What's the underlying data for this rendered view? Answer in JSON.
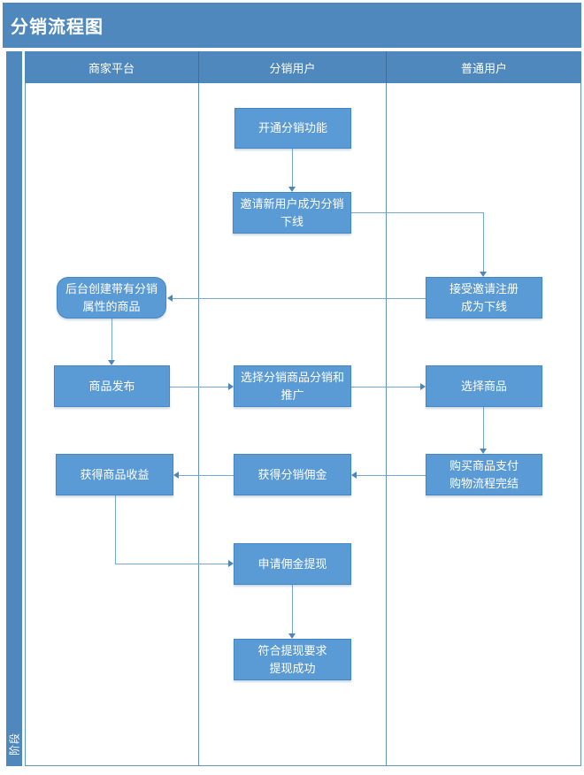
{
  "title": "分销流程图",
  "stage_label": "阶段",
  "lanes": [
    {
      "label": "商家平台"
    },
    {
      "label": "分销用户"
    },
    {
      "label": "普通用户"
    }
  ],
  "nodes": [
    {
      "id": "open-distribution",
      "lane": "分销用户",
      "shape": "rect",
      "label": "开通分销功能"
    },
    {
      "id": "invite-downline",
      "lane": "分销用户",
      "shape": "rect",
      "label": "邀请新用户成为分销\n下线"
    },
    {
      "id": "accept-register",
      "lane": "普通用户",
      "shape": "rect",
      "label": "接受邀请注册\n成为下线"
    },
    {
      "id": "create-distribution-product",
      "lane": "商家平台",
      "shape": "rounded",
      "label": "后台创建带有分销\n属性的商品"
    },
    {
      "id": "publish-product",
      "lane": "商家平台",
      "shape": "rect",
      "label": "商品发布"
    },
    {
      "id": "select-distribute-promote",
      "lane": "分销用户",
      "shape": "rect",
      "label": "选择分销商品分销和\n推广"
    },
    {
      "id": "select-product",
      "lane": "普通用户",
      "shape": "rect",
      "label": "选择商品"
    },
    {
      "id": "get-product-revenue",
      "lane": "商家平台",
      "shape": "rect",
      "label": "获得商品收益"
    },
    {
      "id": "get-commission",
      "lane": "分销用户",
      "shape": "rect",
      "label": "获得分销佣金"
    },
    {
      "id": "purchase-complete",
      "lane": "普通用户",
      "shape": "rect",
      "label": "购买商品支付\n购物流程完结"
    },
    {
      "id": "apply-withdraw",
      "lane": "分销用户",
      "shape": "rect",
      "label": "申请佣金提现"
    },
    {
      "id": "withdraw-success",
      "lane": "分销用户",
      "shape": "rect",
      "label": "符合提现要求\n提现成功"
    }
  ],
  "edges": [
    {
      "from": "open-distribution",
      "to": "invite-downline"
    },
    {
      "from": "invite-downline",
      "to": "accept-register"
    },
    {
      "from": "accept-register",
      "to": "create-distribution-product"
    },
    {
      "from": "create-distribution-product",
      "to": "publish-product"
    },
    {
      "from": "publish-product",
      "to": "select-distribute-promote"
    },
    {
      "from": "select-distribute-promote",
      "to": "select-product"
    },
    {
      "from": "select-product",
      "to": "purchase-complete"
    },
    {
      "from": "purchase-complete",
      "to": "get-commission"
    },
    {
      "from": "get-commission",
      "to": "get-product-revenue"
    },
    {
      "from": "get-product-revenue",
      "to": "apply-withdraw"
    },
    {
      "from": "apply-withdraw",
      "to": "withdraw-success"
    }
  ],
  "colors": {
    "band": "#4e88bc",
    "node_fill": "#5b9bd5",
    "node_border": "#4486c6",
    "connector": "#74a6d6",
    "arrowhead": "#4d86bf",
    "lane_border": "#6494c2",
    "text": "#ffffff"
  }
}
